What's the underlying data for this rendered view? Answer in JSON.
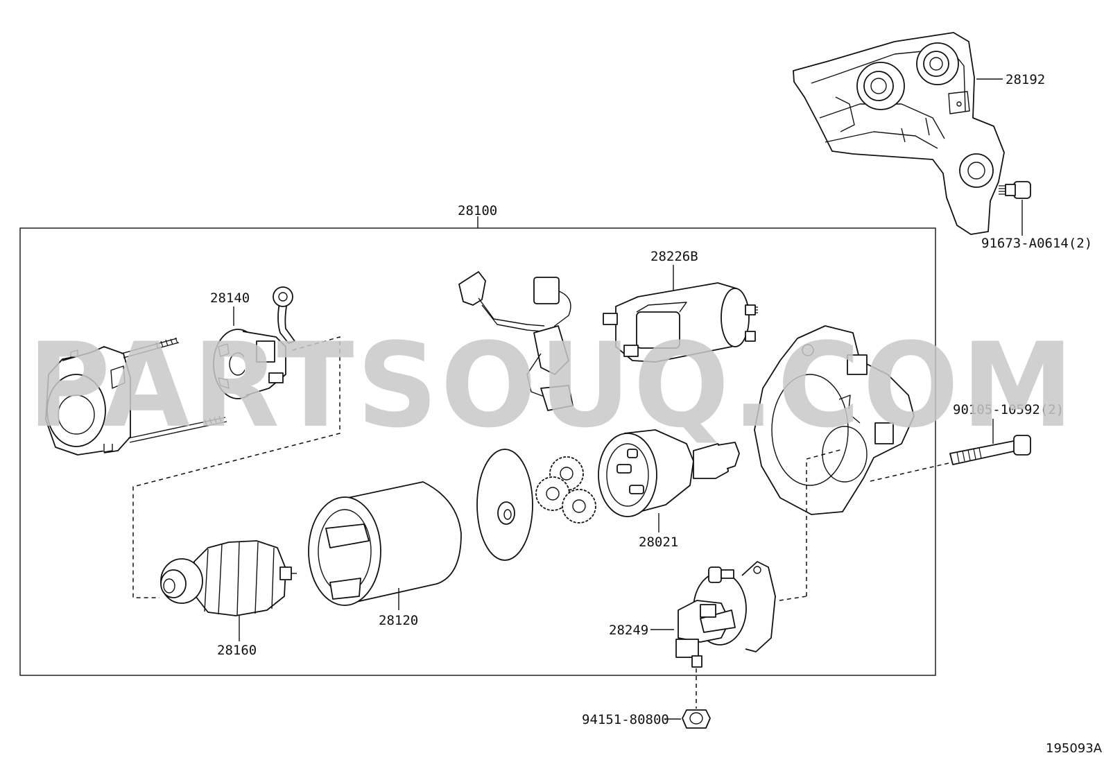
{
  "watermark": "PARTSOUQ.COM",
  "diagram_ref": "195093A",
  "parts": [
    {
      "id": "28100",
      "label": "28100"
    },
    {
      "id": "28140",
      "label": "28140"
    },
    {
      "id": "28226B",
      "label": "28226B"
    },
    {
      "id": "28192",
      "label": "28192"
    },
    {
      "id": "91673",
      "label": "91673-A0614(2)"
    },
    {
      "id": "90105",
      "label": "90105-10592(2)"
    },
    {
      "id": "28021",
      "label": "28021"
    },
    {
      "id": "28120",
      "label": "28120"
    },
    {
      "id": "28160",
      "label": "28160"
    },
    {
      "id": "28249",
      "label": "28249"
    },
    {
      "id": "94151",
      "label": "94151-80800"
    }
  ]
}
